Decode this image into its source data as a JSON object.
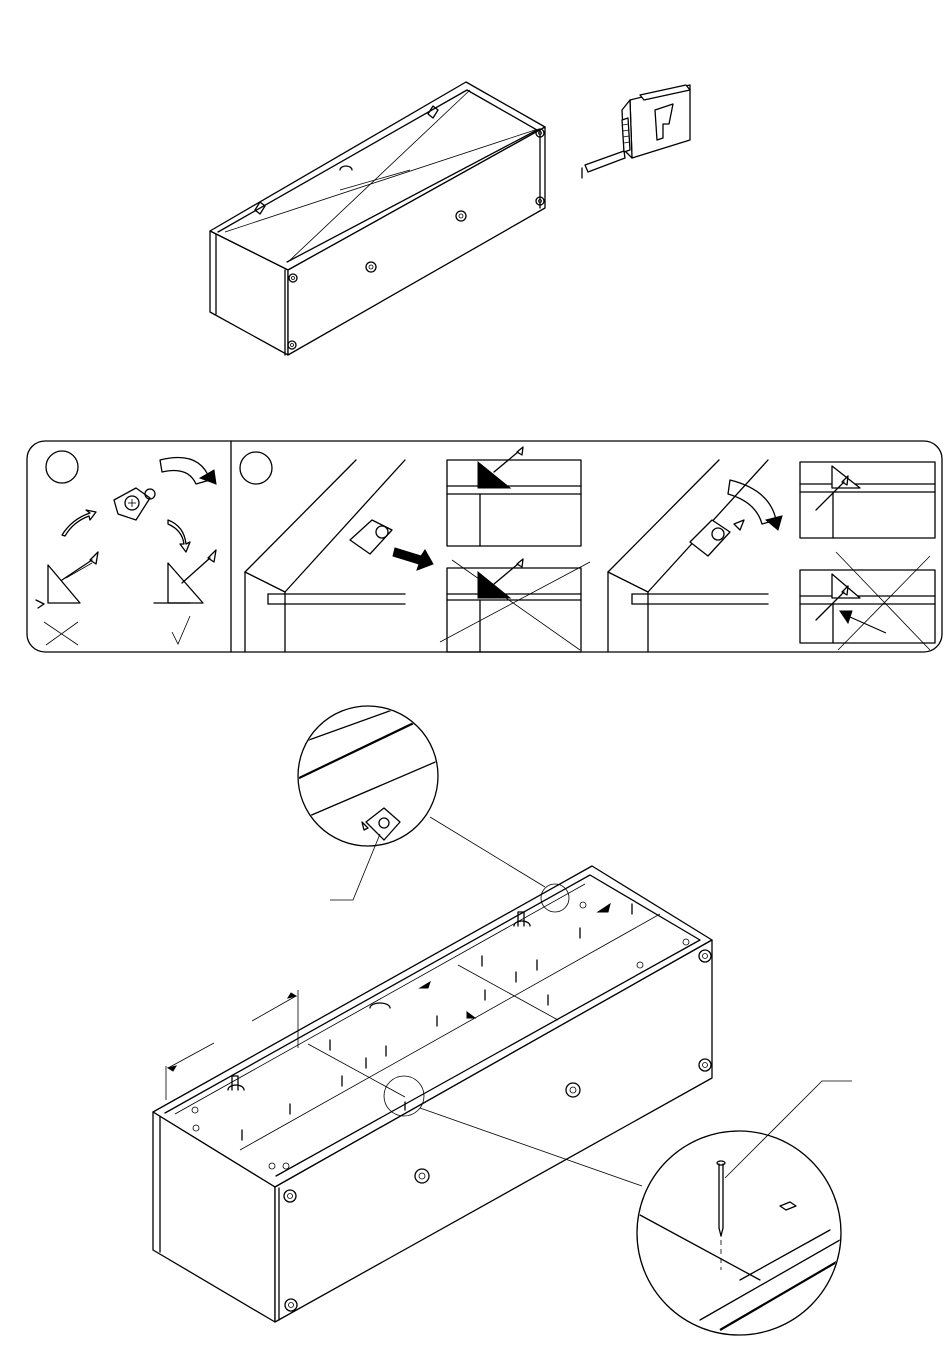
{
  "figure": {
    "kind": "assembly-instruction",
    "stroke_color": "#000000",
    "background_color": "#ffffff"
  },
  "steps": [
    {
      "name": "measure-diagonals"
    },
    {
      "name": "insert-back-panel"
    },
    {
      "name": "nail-back-panel"
    }
  ],
  "icons": [
    "cabinet-frame-icon",
    "tape-measure-icon",
    "cam-lock-icon",
    "screw-icon",
    "nail-icon",
    "arrow-icon",
    "cross-mark-icon",
    "check-mark-icon"
  ]
}
